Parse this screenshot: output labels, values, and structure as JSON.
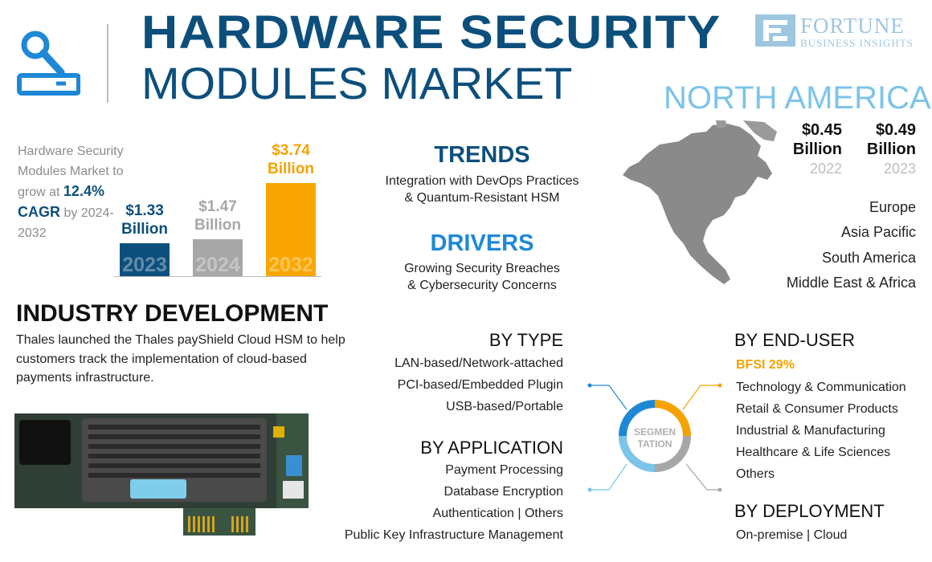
{
  "header": {
    "title_line1": "HARDWARE SECURITY",
    "title_line2": "MODULES MARKET",
    "key_icon": "key-icon"
  },
  "logo": {
    "name": "FORTUNE",
    "tagline": "BUSINESS INSIGHTS"
  },
  "growth": {
    "text_before": "Hardware Security Modules Market to grow at",
    "cagr": "12.4% CAGR",
    "text_after": "by 2024-2032"
  },
  "chart_data": {
    "type": "bar",
    "categories": [
      "2023",
      "2024",
      "2032"
    ],
    "values": [
      1.33,
      1.47,
      3.74
    ],
    "labels": [
      "$1.33 Billion",
      "$1.47 Billion",
      "$3.74 Billion"
    ],
    "colors": [
      "#0d4f7c",
      "#a7a7a7",
      "#f9a602"
    ],
    "ylim": [
      0,
      3.74
    ]
  },
  "trends": {
    "title": "TRENDS",
    "line1": "Integration with DevOps Practices",
    "line2": "& Quantum-Resistant HSM"
  },
  "drivers": {
    "title": "DRIVERS",
    "line1": "Growing Security Breaches",
    "line2": "& Cybersecurity Concerns"
  },
  "north_america": {
    "title": "NORTH AMERICA",
    "values": [
      {
        "value": "$0.45 Billion",
        "year": "2022"
      },
      {
        "value": "$0.49 Billion",
        "year": "2023"
      }
    ],
    "regions": [
      "Europe",
      "Asia Pacific",
      "South America",
      "Middle East & Africa"
    ]
  },
  "industry": {
    "title": "INDUSTRY DEVELOPMENT",
    "text": "Thales launched the Thales payShield Cloud HSM to help customers track the implementation of cloud-based payments infrastructure."
  },
  "by_type": {
    "title": "BY TYPE",
    "items": [
      "LAN-based/Network-attached",
      "PCI-based/Embedded Plugin",
      "USB-based/Portable"
    ]
  },
  "by_application": {
    "title": "BY APPLICATION",
    "items": [
      "Payment Processing",
      "Database Encryption",
      "Authentication  |  Others",
      "Public Key Infrastructure Management"
    ]
  },
  "segmentation": {
    "line1": "SEGMEN",
    "line2": "TATION"
  },
  "by_end_user": {
    "title": "BY END-USER",
    "highlight": "BFSI 29%",
    "items": [
      "Technology & Communication",
      "Retail & Consumer Products",
      "Industrial & Manufacturing",
      "Healthcare & Life Sciences",
      "Others"
    ]
  },
  "by_deployment": {
    "title": "BY DEPLOYMENT",
    "items": "On-premise  |  Cloud"
  },
  "colors": {
    "primary": "#0d4f7c",
    "light_blue": "#7cc4ea",
    "accent": "#f4a300",
    "grey": "#a7a7a7"
  }
}
